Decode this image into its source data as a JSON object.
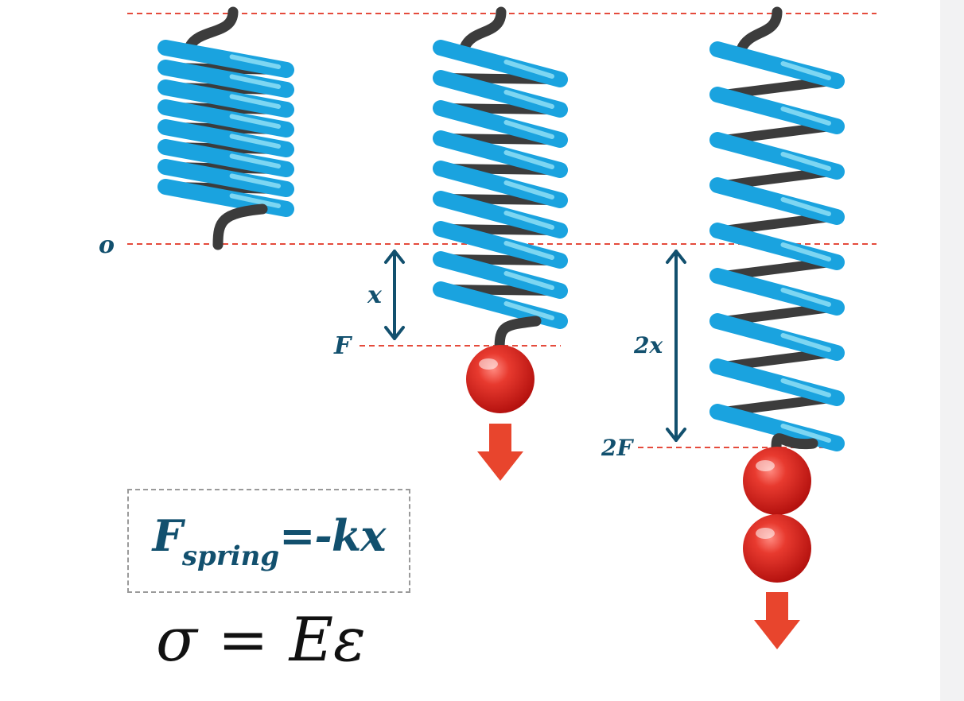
{
  "labels": {
    "origin": "o",
    "x": "x",
    "F": "F",
    "two_x": "2x",
    "two_F": "2F"
  },
  "formula": {
    "main": "F",
    "subscript": "spring",
    "rest": "=-kx"
  },
  "stress_equation": {
    "left": "σ",
    "equals": "=",
    "right": "Eε"
  },
  "colors": {
    "coil": "#1aa3df",
    "coil_highlight": "#8fe0f6",
    "wire": "#3c3c3c",
    "guide_line": "#e54b3c",
    "mass": "#d9231f",
    "arrow_force": "#e8452d",
    "label": "#12506e"
  },
  "springs": [
    {
      "name": "unloaded",
      "coils": 8,
      "masses": 0
    },
    {
      "name": "one-mass",
      "coils": 9,
      "masses": 1
    },
    {
      "name": "two-masses",
      "coils": 9,
      "masses": 2
    }
  ]
}
